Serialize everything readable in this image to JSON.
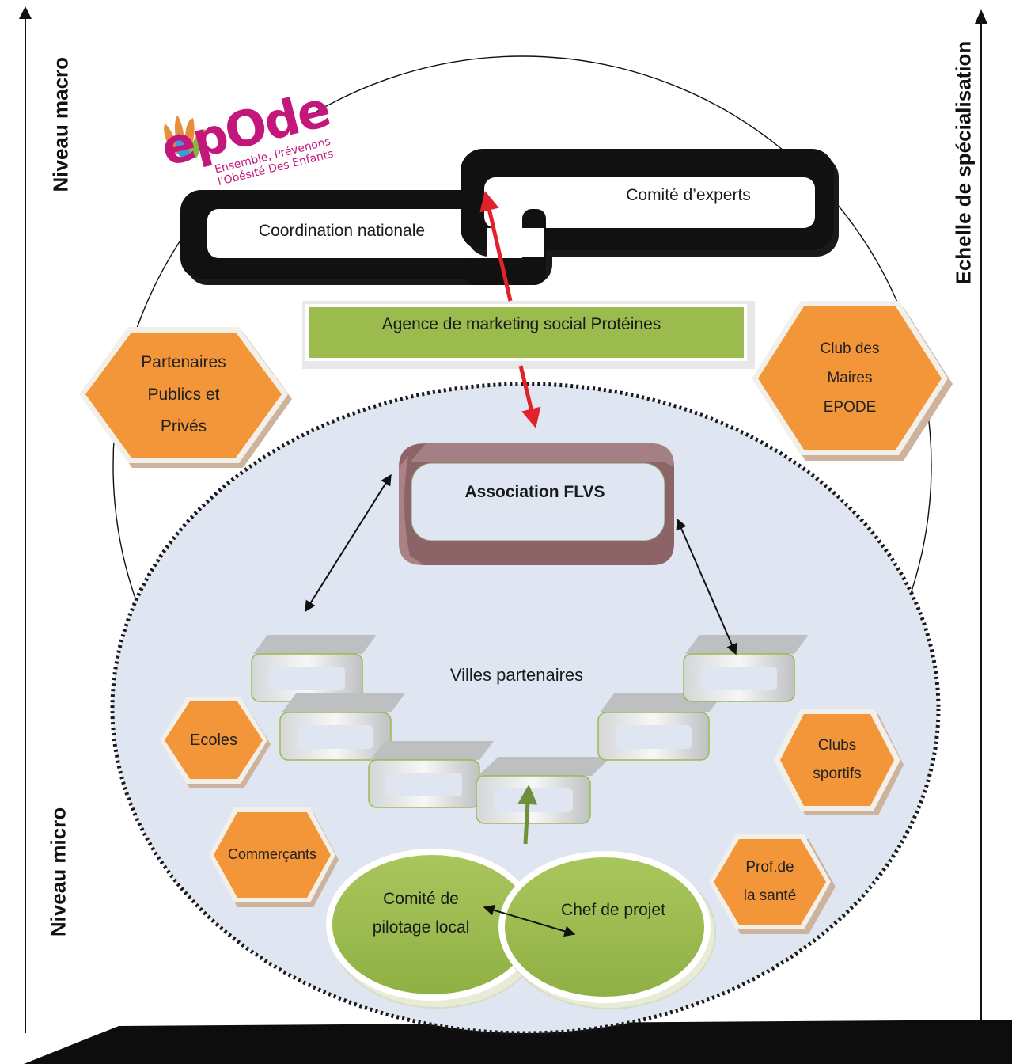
{
  "axes": {
    "left_top": "Niveau macro",
    "left_bottom": "Niveau micro",
    "right": "Echelle de spécialisation"
  },
  "logo": {
    "brand": "epOde",
    "tagline_line1": "Ensemble, Prévenons",
    "tagline_line2": "l'Obésité Des Enfants"
  },
  "macro": {
    "coordination": "Coordination nationale",
    "experts": "Comité d’experts",
    "agency": "Agence de marketing social Protéines"
  },
  "hexagons": {
    "partners": "Partenaires\nPublics et\nPrivés",
    "mayors": "Club des\nMaires\nEPODE",
    "schools": "Ecoles",
    "sports": "Clubs\nsportifs",
    "merchants": "Commerçants",
    "health": "Prof.de\nla santé"
  },
  "micro": {
    "association": "Association FLVS",
    "cities": "Villes partenaires",
    "steering": "Comité de\npilotage local",
    "manager": "Chef de projet"
  },
  "colors": {
    "hex_orange": "#f39539",
    "green": "#9bbb4e",
    "inner_fill": "#dfe6f2",
    "flvs": "#8c6468",
    "red_arrow": "#e2222b",
    "logo_magenta": "#c4177c"
  }
}
